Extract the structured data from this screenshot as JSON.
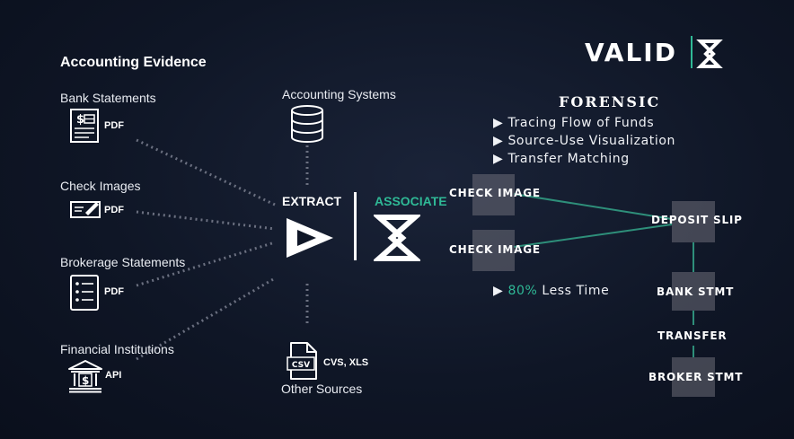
{
  "brand": {
    "logo_text": "VALID",
    "accent": "#2fb996"
  },
  "left": {
    "title": "Accounting Evidence",
    "sources": [
      {
        "label": "Bank Statements",
        "format": "PDF",
        "icon": "bank-statement-icon"
      },
      {
        "label": "Check Images",
        "format": "PDF",
        "icon": "check-icon"
      },
      {
        "label": "Brokerage Statements",
        "format": "PDF",
        "icon": "checklist-doc-icon"
      },
      {
        "label": "Financial Institutions",
        "format": "API",
        "icon": "bank-building-icon"
      }
    ]
  },
  "center": {
    "top_label": "Accounting Systems",
    "bottom_label": "Other Sources",
    "bottom_format": "CVS, XLS",
    "csv_badge": "CSV",
    "extract_label": "EXTRACT",
    "associate_label": "ASSOCIATE"
  },
  "forensic": {
    "title": "FORENSIC",
    "bullets": [
      "Tracing Flow of Funds",
      "Source-Use Visualization",
      "Transfer Matching"
    ],
    "stat_value": "80%",
    "stat_text": " Less Time"
  },
  "flow": {
    "check_image_1": "CHECK IMAGE",
    "check_image_2": "CHECK IMAGE",
    "deposit_slip": "DEPOSIT SLIP",
    "bank_stmt": "BANK STMT",
    "transfer": "TRANSFER",
    "broker_stmt": "BROKER STMT"
  },
  "colors": {
    "background": "#0f1626",
    "accent": "#2fb996",
    "line": "#2e8f7a",
    "dotted": "#6b7080"
  }
}
